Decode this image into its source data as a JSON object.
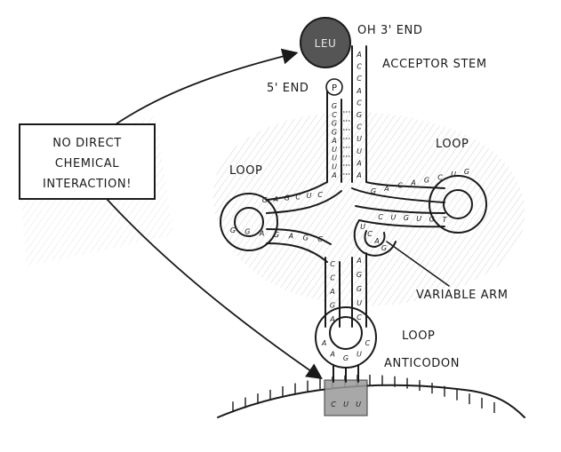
{
  "labels": {
    "oh_3_end": "OH 3' END",
    "acceptor_stem": "ACCEPTOR STEM",
    "five_end": "5' END",
    "phosphate": "P",
    "amino_acid": "LEU",
    "loop_left": "LOOP",
    "loop_right": "LOOP",
    "loop_bottom": "LOOP",
    "variable_arm": "VARIABLE ARM",
    "anticodon": "ANTICODON",
    "callout_lines": [
      "NO DIRECT",
      "CHEMICAL",
      "INTERACTION!"
    ]
  },
  "sequences": {
    "acceptor_3prime_strand": [
      "A",
      "C",
      "C",
      "A",
      "C",
      "G",
      "C",
      "U",
      "U",
      "A",
      "A"
    ],
    "acceptor_5prime_strand": [
      "G",
      "C",
      "G",
      "G",
      "A",
      "U",
      "U",
      "U",
      "A"
    ],
    "left_arm_top": [
      "G",
      "A",
      "G",
      "C",
      "U",
      "C"
    ],
    "left_arm_bottom": [
      "G",
      "G",
      "A",
      "G",
      "A",
      "G",
      "C"
    ],
    "right_arm_top": [
      "G",
      "A",
      "C",
      "A",
      "G",
      "C",
      "U",
      "G"
    ],
    "right_arm_bottom": [
      "C",
      "U",
      "G",
      "U",
      "G",
      "T"
    ],
    "anticodon_stem_left": [
      "C",
      "C",
      "A",
      "G",
      "A"
    ],
    "anticodon_stem_right": [
      "A",
      "G",
      "G",
      "U",
      "C"
    ],
    "variable_arm_bases": [
      "U",
      "C",
      "A",
      "G"
    ],
    "anticodon_loop": [
      "C",
      "U",
      "G",
      "A",
      "A"
    ],
    "mrna_codon": [
      "C",
      "U",
      "U"
    ]
  },
  "colors": {
    "ink": "#1a1a1a",
    "leu_ball": "#555555",
    "codon_box": "#9a9a9a",
    "shading": "#bdbdbd"
  }
}
